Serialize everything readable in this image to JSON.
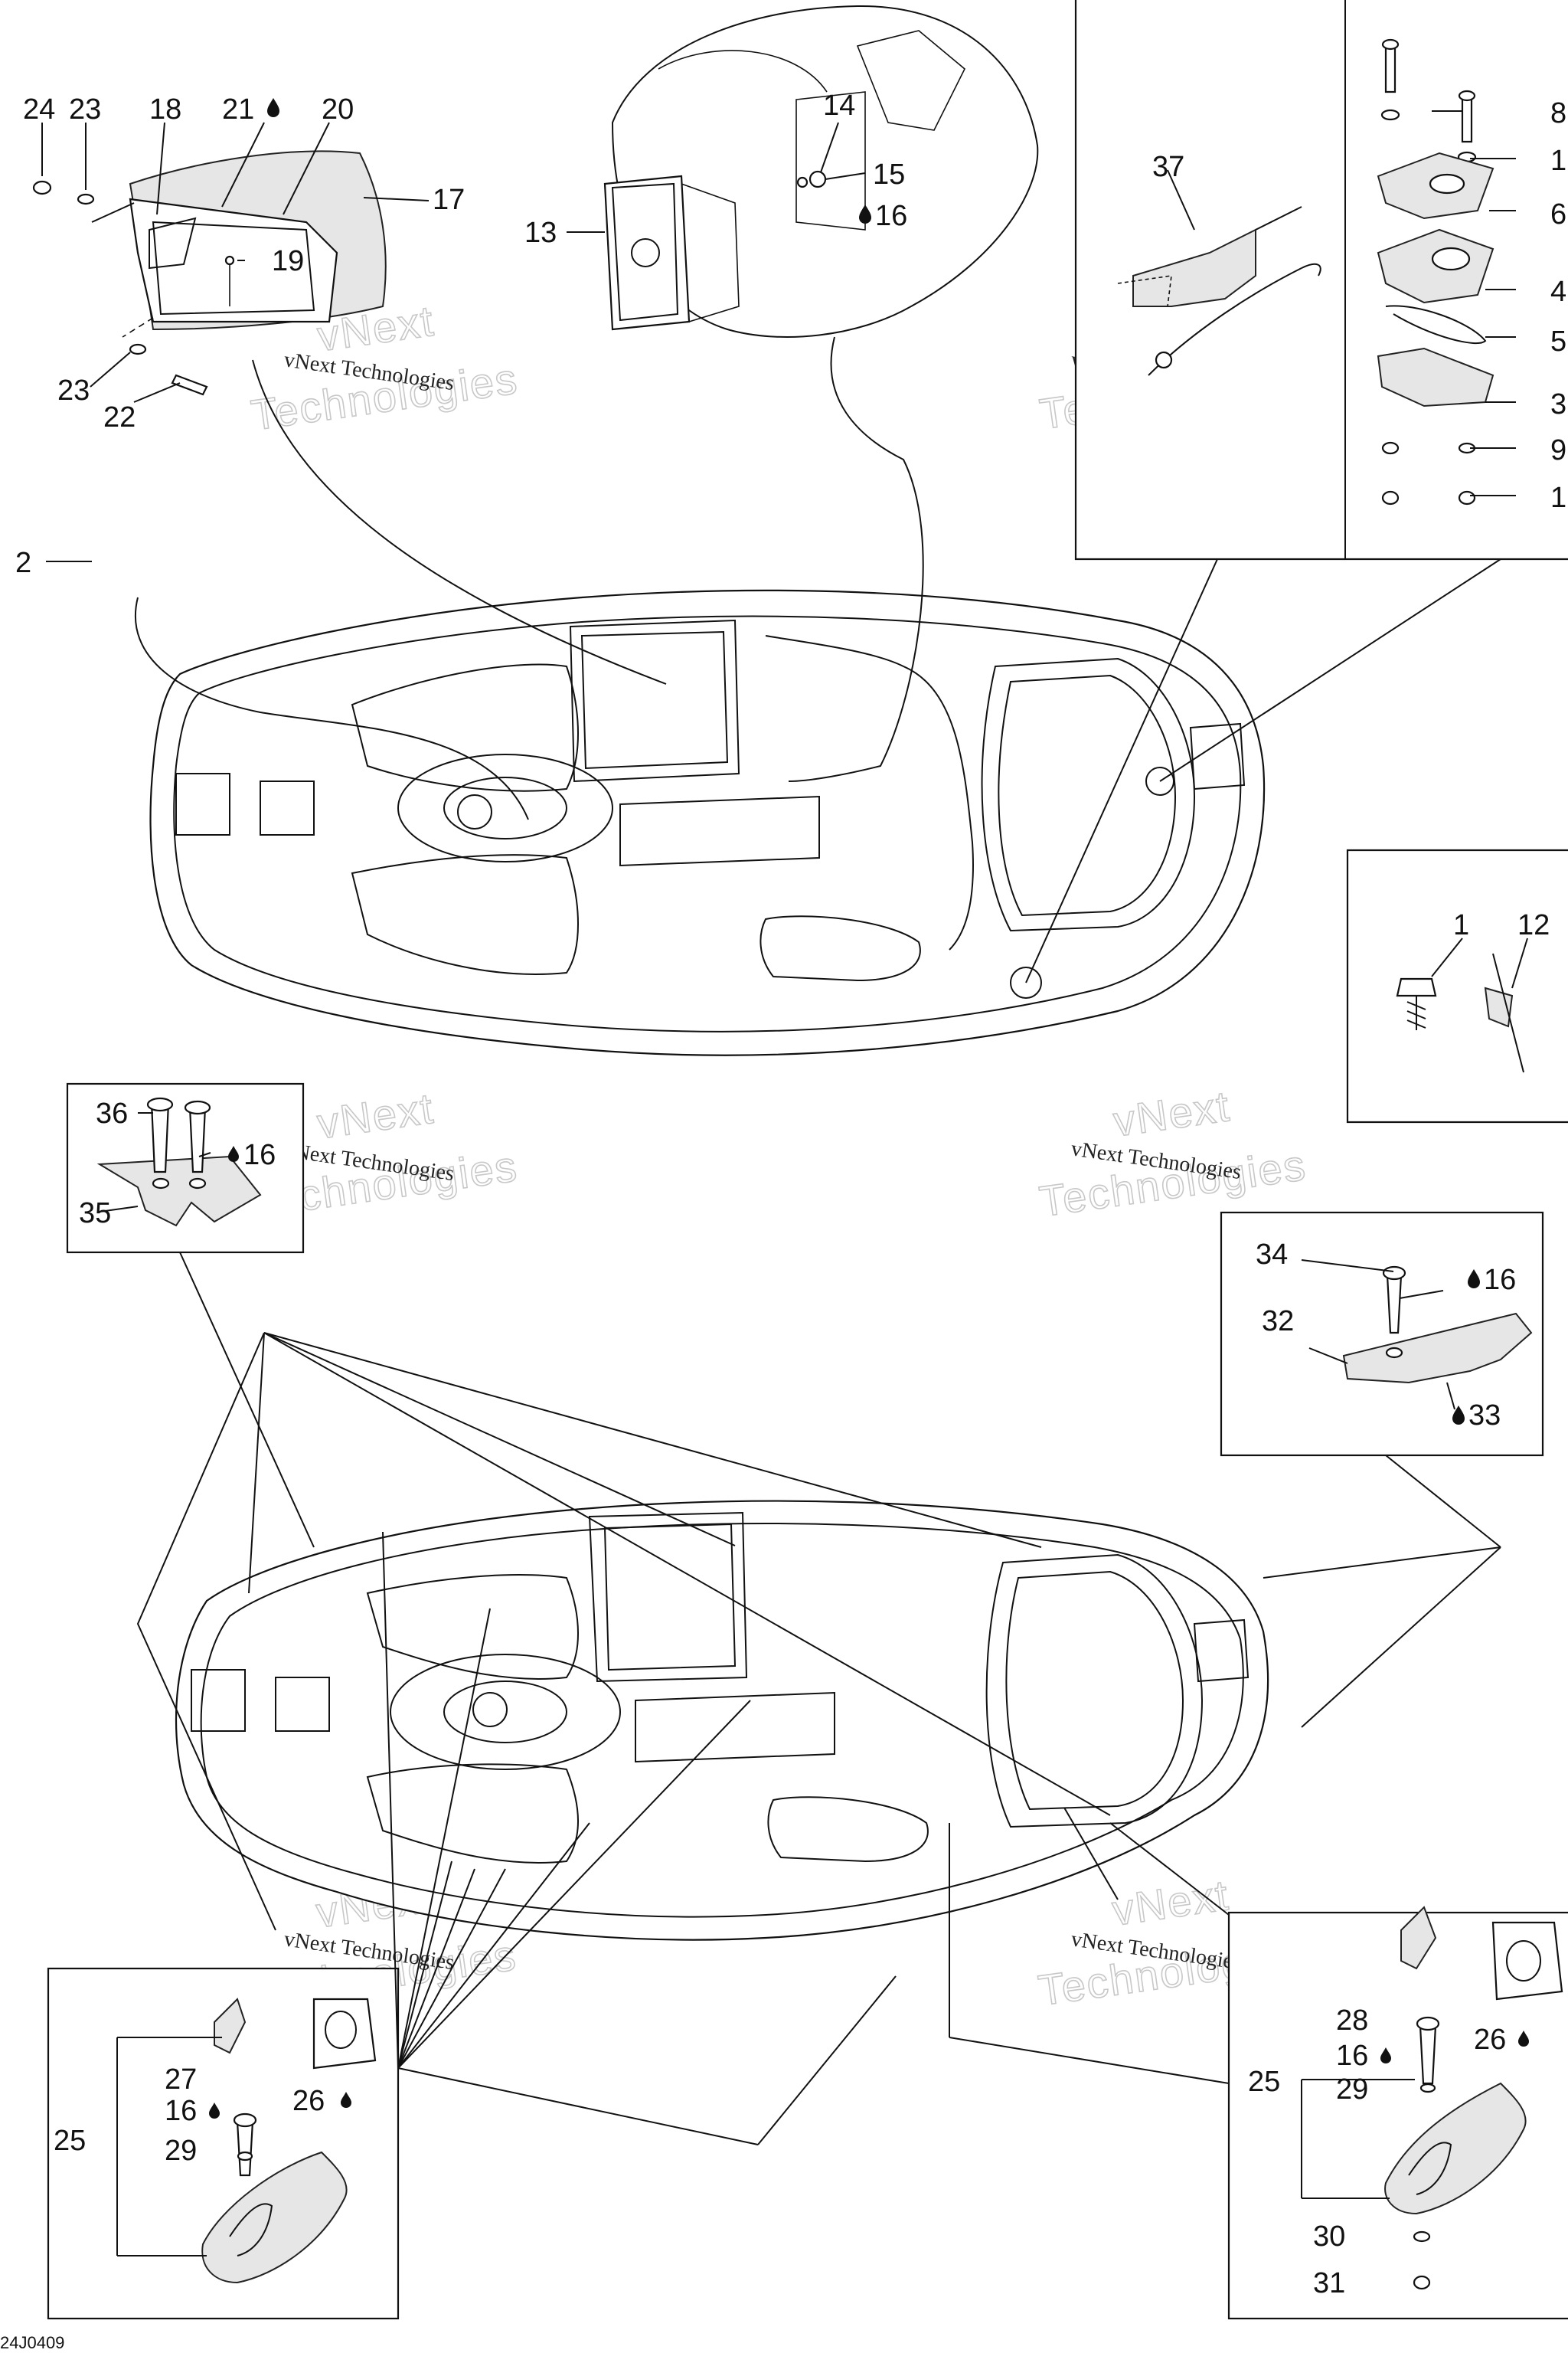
{
  "diagram": {
    "labels": [
      "1",
      "2",
      "3",
      "4",
      "5",
      "6",
      "8",
      "9",
      "12",
      "13",
      "14",
      "15",
      "16",
      "17",
      "18",
      "19",
      "20",
      "21",
      "22",
      "23",
      "24",
      "25",
      "26",
      "27",
      "28",
      "29",
      "30",
      "31",
      "32",
      "33",
      "34",
      "35",
      "36",
      "37"
    ],
    "drop_icon": "oil-drop-icon",
    "watermark_small": "vNext Technologies",
    "watermark_big_1": "vNext",
    "watermark_big_2": "Technologies",
    "figure_code": "24J0409"
  }
}
